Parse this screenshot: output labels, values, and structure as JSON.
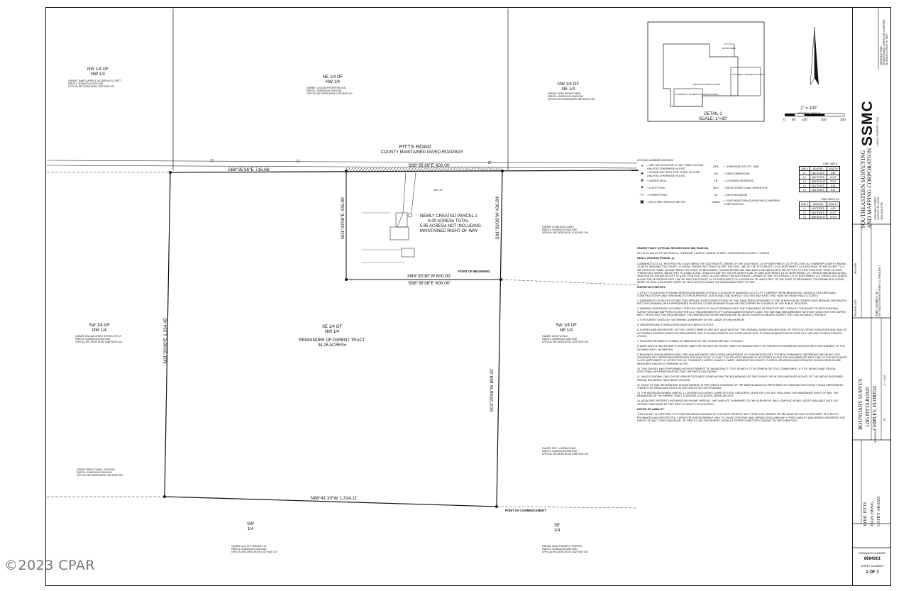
{
  "road": {
    "name": "PITTS ROAD",
    "sub": "COUNTY MAINTAINED PAVED ROADWAY"
  },
  "quarters": {
    "nw_nw": [
      "NW 1/4 OF",
      "NW 1/4"
    ],
    "ne_nw": [
      "NE 1/4 OF",
      "NW 1/4"
    ],
    "nw_ne": [
      "NW 1/4 OF",
      "NE 1/4"
    ],
    "sw_nw": [
      "SW 1/4 OF",
      "NW 1/4"
    ],
    "se_nw": [
      "SE 1/4 OF",
      "NW 1/4"
    ],
    "sw_ne": [
      "SW 1/4 OF",
      "NE 1/4"
    ],
    "sw_bottom": [
      "SW",
      "1/4"
    ],
    "se_bottom": [
      "SE",
      "1/4"
    ]
  },
  "remainder": [
    "REMAINDER OF PARENT TRACT",
    "34.26 ACRES±"
  ],
  "parcel": [
    "NEWLY CREATED PARCEL 1",
    "6.00 ACRES± TOTAL",
    "5.85 ACRES± NOT INCLUDING",
    "MAINTAINED RIGHT OF WAY"
  ],
  "bearings": {
    "north_long": "S88°35'36\"E   716.86'",
    "north_parcel": "S88°35'36\"E   600.00'",
    "south_parcel_a": "N88°35'36\"W   600.00'",
    "south_parcel_b": "S88°35'36\"E   600.00'",
    "west_parcel": "N01°33'06\"E   436.00'",
    "east_parcel": "S01°33'06\"W   436.00'",
    "west_tract": "N01°26'00\"E   1,334.45'",
    "east_tract": "S01°33'06\"W   898.33'",
    "south_tract": "N88°41'10\"W   1,314.11'",
    "chord": "601.17'"
  },
  "pob": "POINT OF BEGINNING",
  "poc": "POINT OF COMMENCEMENT",
  "owners": {
    "nw": [
      "OWNER: JAMES AARON & JACQUELIN D LOVETT",
      "PARCEL: 00000000-00-0000-0000",
      "OFFICIAL RECORDS BOOK 1287 PAGE 109"
    ],
    "ne": [
      "OWNER: COOGAN PROPERTIES INC",
      "PARCEL: 00000000-00-0000-0000",
      "OFFICIAL RECORDS BOOK 1125 PAGE 312"
    ],
    "nne": [
      "OWNER: MARC BENLEY REED",
      "PARCEL: 00000000-00-0000-0000",
      "OFFICIAL RECORDS BOOK 0852 PAGE 0163"
    ],
    "w": [
      "OWNER: WILLIAM GRANT STOKES EST LIF",
      "PARCEL: 00000000-00-0000-0000",
      "OFFICIAL RECORDS BOOK 0288 PAGE 0112"
    ],
    "e1": [
      "OWNER: CHARLES B CONN II",
      "PARCEL: 00000000-00-0000-0000",
      "OFFICIAL RECORDS BOOK 1176 PAGE 158"
    ],
    "e2": [
      "OWNER: KEVIN W KING",
      "PARCEL: 00000000-00-0000-0000",
      "OFFICIAL RECORDS BOOK 1002 PAGE 239"
    ],
    "e3": [
      "OWNER: ROY L & REBA K KING",
      "PARCEL: 00000000-00-0000-0000",
      "OFFICIAL RECORDS BOOK 1008 PAGE 149"
    ],
    "sw": [
      "OWNER: BRENT DANIEL JOHNSON",
      "PARCEL: 00000000-00-0000-0000",
      "OFFICIAL RECORDS BOOK 1158 PAGE 306"
    ],
    "s1": [
      "OWNER: 4110 37TH AVENUE LLC",
      "PARCEL: 00000000-00-0000-0000",
      "OFFICIAL RECORDS BOOK 1078 PAGE 167"
    ],
    "s2": [
      "OWNER: ADAM S MURPHY TRUSTEE",
      "PARCEL: 00000000-00-0000-0000",
      "OFFICIAL RECORDS BOOK 1182 PAGE 634"
    ]
  },
  "legend": {
    "title": "LEGEND & ABBREVIATIONS:",
    "left": [
      {
        "sym": "•",
        "txt": "= SET 5/8\" IRON ROD & CAP \"SSMC LB 2108\" UNLESS OTHERWISE NOTED"
      },
      {
        "sym": "●",
        "txt": "= FOUND 5/8\" IRON ROD \"SSMC LB 2108\" UNLESS OTHERWISE NOTED"
      },
      {
        "sym": "⊕",
        "txt": "= WATER WELL"
      },
      {
        "sym": "✦",
        "txt": "= LIGHT POLE"
      },
      {
        "sym": "-○-",
        "txt": "= POWER POLE"
      },
      {
        "sym": "▣",
        "txt": "= ELECTRIC SERVICE METER"
      }
    ],
    "right": [
      {
        "sym": "-OHL-",
        "txt": "= OVERHEAD UTILITY LINE"
      },
      {
        "sym": "(D)",
        "txt": "= DEED DIMENSION"
      },
      {
        "sym": "LB",
        "txt": "= LICENSED BUSINESS"
      },
      {
        "sym": "RLS",
        "txt": "= REGISTERED LAND SURVEYOR"
      },
      {
        "sym": "ID",
        "txt": "= IDENTIFICATION"
      },
      {
        "sym": "SSMC",
        "txt": "= SOUTHEASTERN SURVEYING & MAPPING CORPORATION"
      }
    ]
  },
  "line_table": {
    "title": "LINE TABLE",
    "head": [
      "LINE #",
      "BEARING",
      "LENGTH"
    ],
    "rows": [
      [
        "L1",
        "N01°33'06\"E",
        "5.85'"
      ],
      [
        "L2",
        "N01°33'06\"E",
        "10.02'"
      ],
      [
        "L3",
        "N88°35'36\"W",
        "20.00'"
      ],
      [
        "L4",
        "N01°33'06\"E",
        "9.48'"
      ],
      [
        "L5",
        "S88°35'36\"E",
        "5.20'"
      ]
    ]
  },
  "line_table_d": {
    "title": "LINE TABLE (D)",
    "head": [
      "LINE #",
      "BEARING",
      "LENGTH"
    ],
    "rows": [
      [
        "L1",
        "N01°33'06\"E",
        "5.85'"
      ],
      [
        "L2",
        "N01°33'06\"E",
        "10.02'"
      ],
      [
        "L3",
        "N88°35'36\"W",
        "20.00'"
      ]
    ]
  },
  "detail": {
    "title": "DETAIL 1",
    "scale": "SCALE: 1\"=20'",
    "labels": [
      "ONE STORY BRICK HOUSE",
      "COVERED & SCREEN CONCRETE PORCH",
      "COVERED CONCRETE PORCH",
      "METAL SHED"
    ]
  },
  "graphic_scale": {
    "ratio": "1\" = 100'",
    "label": "GRAPHIC SCALE",
    "ticks": [
      "0",
      "50'",
      "100'",
      "200'",
      "300'"
    ]
  },
  "notes": {
    "parent_title": "PARENT TRACT (OFFICIAL RECORD BOOK 888, PAGE 86):",
    "parent": "SE 1/4 OF NW 1/4 OF SECTION 16, TOWNSHIP 4 NORTH, RANGE 13 WEST, WASHINGTON COUNTY, FLORIDA.",
    "new_title": "NEWLY CREATED (PARCEL 1):",
    "new": "COMMENCE AT A 1/2\" IRON ROD \"RLS 4184\" BEING THE SOUTHEAST CORNER OF THE SOUTHEAST 1/4 OF NORTHWEST 1/4 OF SECTION 16, TOWNSHIP 4 NORTH, RANGE 13 WEST, WASHINGTON COUNTY, FLORIDA; THENCE N01°33'06\"E ALONG THE EAST LINE OF THE SOUTHEAST 1/4 OF NORTHWEST 1/4 A DISTANCE OF 898.33 FEET TO A 5/8\" IRON ROD \"SSMC LB 2108\" BEING THE POINT OF BEGINNING; THENCE DEPARTING SAID EAST LINE N88°35'36\"W, 600.00 FEET TO A 5/8\" IRON ROD \"SSMC LB 2108\"; THENCE N01°33'06\"E, 436.00 FEET TO A NAIL & DISK \"SSMC LB 2108\" SET ON THE NORTH LINE OF SAID SOUTHEAST 1/4 OF NORTHWEST 1/4; THENCE S88°35'36\"E ALONG SAID NORTH LINE 600.00 FEET TO A 5/8\" IRON ROD \"SSMC LB 2108\" BEING THE NORTHEAST CORNER OF SAID SOUTHEAST 1/4 OF NORTHWEST 1/4; THENCE S01°33'06\"W ALONG THE AFORESAID EAST LINE OF SAID SOUTHEAST 1/4 OF NORTHWEST 1/4, A DISTANCE OF 436.00 FEET TO THE POINT OF BEGINNING, CONTAINING 6.00 ACRES, MORE OR LESS, 5.85 ACRES, MORE OR LESS NOT INCLUDING THE MAINTAINED RIGHT OF WAY.",
    "report_title": "SURVEYOR'S REPORT:",
    "items": [
      "1. UTILITY LOCATIONS IF SHOWN HEREON ARE BASED ON FIELD LOCATION OF MARKINGS BY UTILITY COMPANY REPRESENTATIVES, SURFACE FEATURES AND CONSTRUCTION PLANS FURNISHED TO THE SURVEYOR. ADDITIONAL SUB-SURFACE UTILITIES MAY EXIST THAT HAVE NOT BEEN FIELD LOCATED.",
      "2. EASEMENTS OR RIGHTS OF WAY THAT APPEAR ON RECORDED PLANS OR THAT HAVE BEEN FURNISHED TO THE SURVEYOR BY OTHERS HAVE BEEN INCORPORATED INTO THIS DRAWING WITH APPROPRIATE NOTATION. OTHER EASEMENTS MAY BE DISCOVERED BY A SEARCH OF THE PUBLIC RECORDS.",
      "3. MINIMUM HORIZONTAL ACCURACY FOR THIS SURVEY IS IN ACCORDANCE WITH THE STANDARDS OF PRACTICE SET FORTH BY THE BOARD OF PROFESSIONAL SURVEYORS AND MAPPERS IN CHAPTER 5J-17 REQUIREMENTS OF FLORIDA ADMINISTRATIVE CODE. THE MAP AND MEASUREMENT METHODS USED FOR THIS SURVEY MEET OR EXCEED THIS REQUIREMENT. THE DIMENSIONS SHOWN HEREON ARE IN UNITED STATES STANDARD SURVEY FEET AND DECIMALS THEREOF.",
      "4. THIS SURVEY DOES NOT DETERMINE OWNERSHIP OF THE LANDS SHOWN HEREON.",
      "5. UNDERGROUND FOUNDATIONS HAVE NOT BEEN LOCATED.",
      "6. SURVEY MAP AND REPORT OR THE COPIES THEREOF ARE NOT VALID WITHOUT THE ORIGINAL SIGNATURE AND SEAL OR THE ELECTRONIC SIGNATURE AND SEAL OF A FLORIDA LICENSED SURVEYOR AND MAPPER, AND IF SHOWN HEREON IS IN COMPLIANCE WITH FLORIDA ADMINISTRATIVE CODE 5J-17.062 AND FLORIDA STATUTE 472.025.",
      "7. FEATURES SHOWN BY SYMBOL AS INDICATED IN THE LEGEND ARE NOT TO SCALE.",
      "8. ADDITIONS OR DELETIONS TO SURVEY MAPS OR REPORTS BY OTHER THAN THE SIGNING PARTY OR PARTIES IS PROHIBITED WITHOUT WRITTEN CONSENT OF THE SIGNING PARTY OR PARTIES.",
      "9. BEARINGS SHOWN HEREON ARE GRID AND ARE BASED ON FLORIDA DEPARTMENT OF TRANSPORTATION'S \"FLORIDA PERMANENT REFERENCE NETWORK\" GPS CONTINUOUSLY OPERATING REFERENCE STATIONS \"FLMY\" & \"FLBP\". THE RELATIVE BEARING IS N01°33'06\"E ALONG THE MONUMENTED EAST LINE OF THE SOUTHEAST 1/4 OF NORTHWEST 1/4 OF SECTION 16, TOWNSHIP 4 NORTH, RANGE 13 WEST, WASHINGTON COUNTY, FLORIDA. BEARINGS AND DISTANCES SHOWN HEREON ARE MEASURED UNLESS OTHERWISE NOTED.",
      "10. THIS SURVEY WAS PERFORMED WITHOUT BENEFIT OF AN ABSTRACT, TITLE SEARCH, TITLE OPINION OR TITLE COMMITMENT. A TITLE SEARCH MAY REVEAL ADDITIONAL INFORMATION AFFECTING THE PARCEL AS SHOWN.",
      "11. UNLESS SHOWN, ONLY THOSE VISIBLE FEATURES FOUND WITHIN THE BOUNDARIES OF THIS SURVEY OR IN THE IMMEDIATE VICINITY OF THE ABOVE DESCRIBED PARCEL BOUNDARY HAVE BEEN LOCATED.",
      "12. RIGHT OF WAY INFORMATION SHOWN HEREON IS PER VISIBLE EVIDENCE OF THE MAINTENANCE AS PERFORMED BY WASHINGTON COUNTY ROAD DEPARTMENT. THERE IS NO DEDICATED RIGHT OF WAY WIDTH ON THIS ROADWAY.",
      "13. THE ABOVE DESCRIBED PARCEL 1 CONTAINS 6.00 ACRES, MORE OR LESS, 5.85 ACRES, MORE OR LESS NOT INCLUDING THE MAINTAINED RIGHT OF WAY. THE REMAINDER OF THE PARENT TRACT CONTAINS 34.26 ACRES, MORE OR LESS.",
      "14. ADJACENT PROPERTY INFORMATION SHOWN HEREON, THAT WAS NOT FURNISHED TO THIS SURVEYOR, WAS COMPILED USING LATEST AVAILABLE DATA, NO ATTEMPT WAS MADE BY THIS FIRM TO VERIFY ITS ACCURACY."
    ],
    "liability_title": "NOTICE OF LIABILITY:",
    "liability": "THIS SURVEY IS CERTIFIED TO THOSE INDIVIDUALS SHOWN ON THE FACE THEREOF. ANY OTHER USE, BENEFIT OR RELIANCE BY ANY OTHER PARTY IS STRICTLY PROHIBITED AND RESTRICTED. SURVEYOR IS RESPONSIBLE ONLY TO THOSE CERTIFIED AND HEREBY DISCLAIMS ANY OTHER LIABILITY AND HEREBY RESERVES THE RIGHTS OF ANY OTHER INDIVIDUAL OR FIRM TO USE THIS SURVEY, WITHOUT EXPRESS WRITTEN CONSENT OF THE SURVEYOR."
  },
  "title_block": {
    "firm": [
      "SOUTHEASTERN SURVEYING",
      "AND MAPPING CORPORATION"
    ],
    "logo": "SSMC",
    "logo_sub": "LAND • SURVEY • GIS",
    "address": [
      "1285 MAIN STREET",
      "CHIPLEY, FL 32428",
      "(850) 638-0790"
    ],
    "survey_type": "BOUNDARY SURVEY",
    "address_line": "1285 PITTS ROAD",
    "city": "CHIPLEY, FLORIDA",
    "date": "6/28/2023",
    "scale": "1\" = 100'",
    "drawn": "JS",
    "sheet_note": [
      "SHEET NUMBER 1 OF 1",
      "NOT VALID WITHOUT SHEETS 1 THROUGH 1"
    ],
    "certified": [
      "SYBIL PITTS",
      "JOAN HENIG",
      "CATHY ADAMS"
    ],
    "drawing_label": "DRAWING NUMBER",
    "drawing_number": "6694001",
    "sheet_label": "SHEET NUMBER",
    "sheet": "1   OF   1",
    "revision": "REVISION",
    "rev_date": "REVISION DATE",
    "signer": [
      "JOSHUA B. SIMS",
      "PROFESSIONAL SURVEYOR & MAPPER",
      "FLORIDA LICENSE No. 6897"
    ]
  },
  "watermark": "©2023 CPAR"
}
